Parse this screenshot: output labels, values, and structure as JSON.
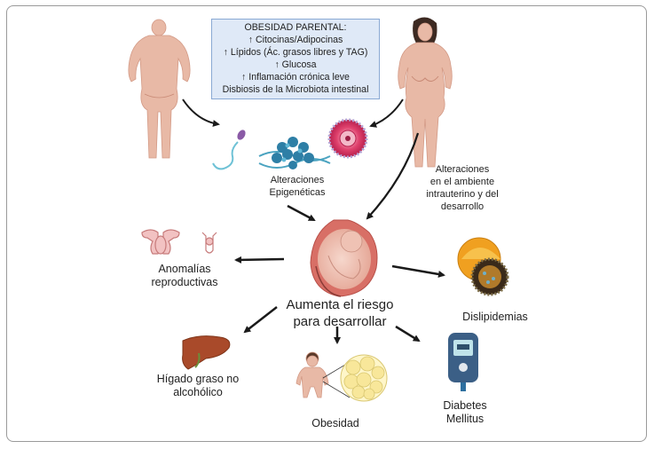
{
  "parental_box": {
    "title": "OBESIDAD PARENTAL:",
    "lines": [
      "↑ Citocinas/Adipocinas",
      "↑ Lípidos (Ác. grasos libres y  TAG)",
      "↑ Glucosa",
      "↑ Inflamación crónica leve",
      "Disbiosis de la Microbiota intestinal"
    ]
  },
  "labels": {
    "epigenetic": [
      "Alteraciones",
      "Epigenéticas"
    ],
    "intrauterine": [
      "Alteraciones",
      "en el ambiente",
      "intrauterino y del",
      "desarrollo"
    ],
    "center": [
      "Aumenta el riesgo",
      "para desarrollar"
    ],
    "reproductive": [
      "Anomalías",
      "reproductivas"
    ],
    "dyslipidemia": "Dislipidemias",
    "liver": [
      "Hígado graso no",
      "alcohólico"
    ],
    "obesity": "Obesidad",
    "diabetes": [
      "Diabetes",
      "Mellitus"
    ]
  },
  "icons": {
    "father": "obese-man-icon",
    "mother": "obese-woman-icon",
    "sperm": "sperm-icon",
    "egg": "egg-cell-icon",
    "dna": "dna-epigenetics-icon",
    "fetus": "fetus-in-womb-icon",
    "reproductive": "reproductive-organs-icon",
    "lipoprotein": "lipoprotein-icon",
    "liver": "liver-icon",
    "child": "child-icon",
    "adipocytes": "fat-cells-icon",
    "glucometer": "glucometer-icon"
  }
}
